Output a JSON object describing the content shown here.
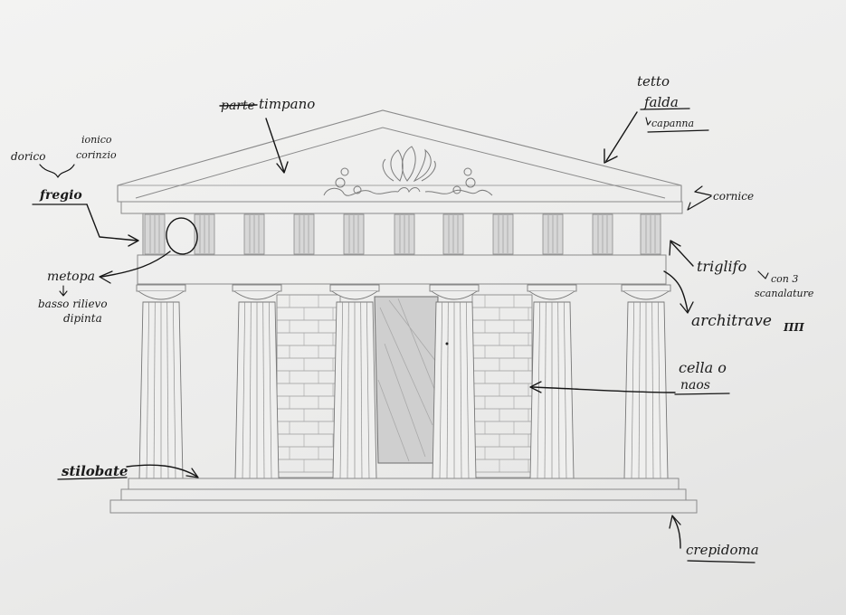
{
  "labels": {
    "timpano_struck": "parte",
    "timpano": "timpano",
    "dorico": "dorico",
    "ionico": "ionico",
    "corinzio": "corinzio",
    "fregio": "fregio",
    "tetto": "tetto",
    "falda": "falda",
    "capanna": "capanna",
    "cornice": "cornice",
    "triglifo": "triglifo",
    "con3": "con 3",
    "scanalature": "scanalature",
    "architrave": "architrave",
    "pi_symbol": "ΠΠ",
    "metopa": "metopa",
    "bassorilievo": "basso rilievo",
    "dipinta": "dipinta",
    "cella": "cella o",
    "naos": "naos",
    "stilobate": "stilobate",
    "crepidoma": "crepidoma"
  }
}
